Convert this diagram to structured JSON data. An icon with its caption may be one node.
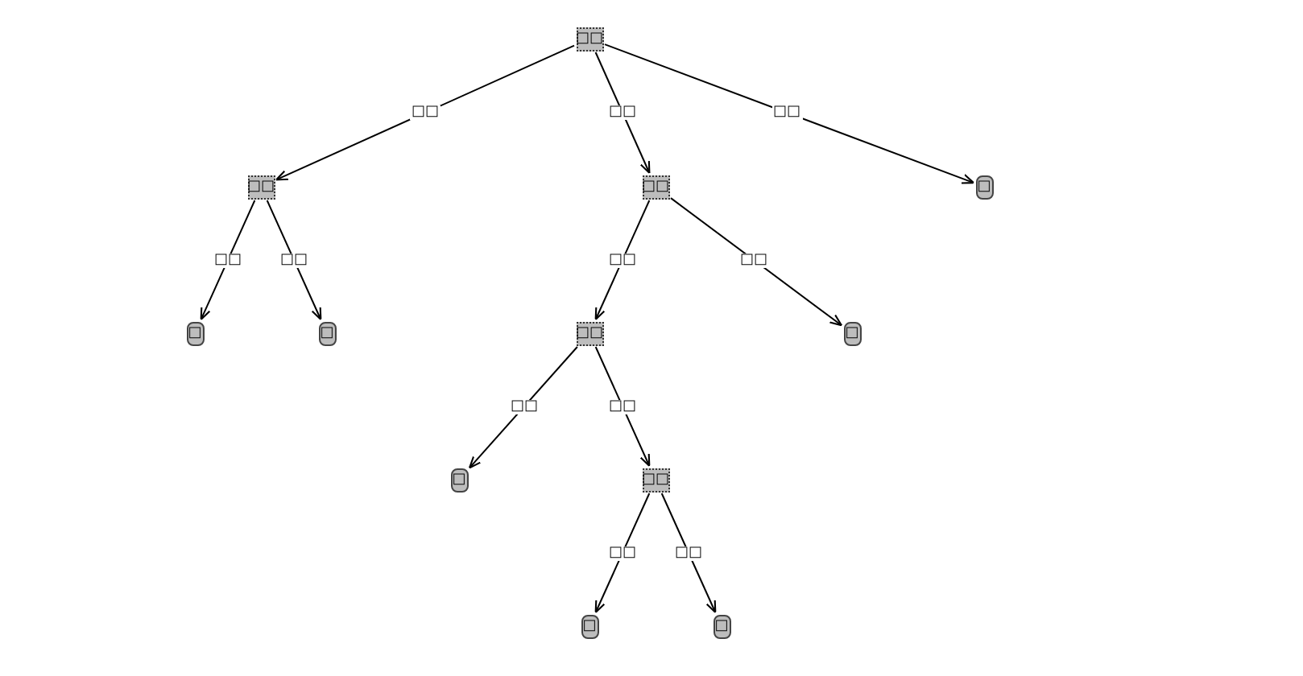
{
  "diagram": {
    "nodes": [
      {
        "text": [
          "□□"
        ]
      },
      {
        "text": [
          "□□"
        ]
      },
      {
        "text": [
          "□□"
        ]
      },
      {
        "text": [
          "□"
        ]
      },
      {
        "text": [
          "□"
        ]
      },
      {
        "text": [
          "□"
        ]
      },
      {
        "text": [
          "□□"
        ]
      },
      {
        "text": [
          "□"
        ]
      },
      {
        "text": [
          "□"
        ]
      },
      {
        "text": [
          "□□"
        ]
      },
      {
        "text": [
          "□"
        ]
      },
      {
        "text": [
          "□"
        ]
      }
    ],
    "edges": [
      {
        "from": 0,
        "to": 1,
        "arrow": "to",
        "label": "□□"
      },
      {
        "from": 0,
        "to": 2,
        "arrow": "to",
        "label": "□□"
      },
      {
        "from": 0,
        "to": 3,
        "arrow": "to",
        "label": "□□"
      },
      {
        "from": 1,
        "to": 4,
        "arrow": "to",
        "label": "□□"
      },
      {
        "from": 1,
        "to": 5,
        "arrow": "to",
        "label": "□□"
      },
      {
        "from": 2,
        "to": 6,
        "arrow": "to",
        "label": "□□"
      },
      {
        "from": 2,
        "to": 7,
        "arrow": "to",
        "label": "□□"
      },
      {
        "from": 6,
        "to": 8,
        "arrow": "to",
        "label": "□□"
      },
      {
        "from": 6,
        "to": 9,
        "arrow": "to",
        "label": "□□"
      },
      {
        "from": 9,
        "to": 10,
        "arrow": "to",
        "label": "□□"
      },
      {
        "from": 9,
        "to": 11,
        "arrow": "to",
        "label": "□□"
      }
    ]
  }
}
